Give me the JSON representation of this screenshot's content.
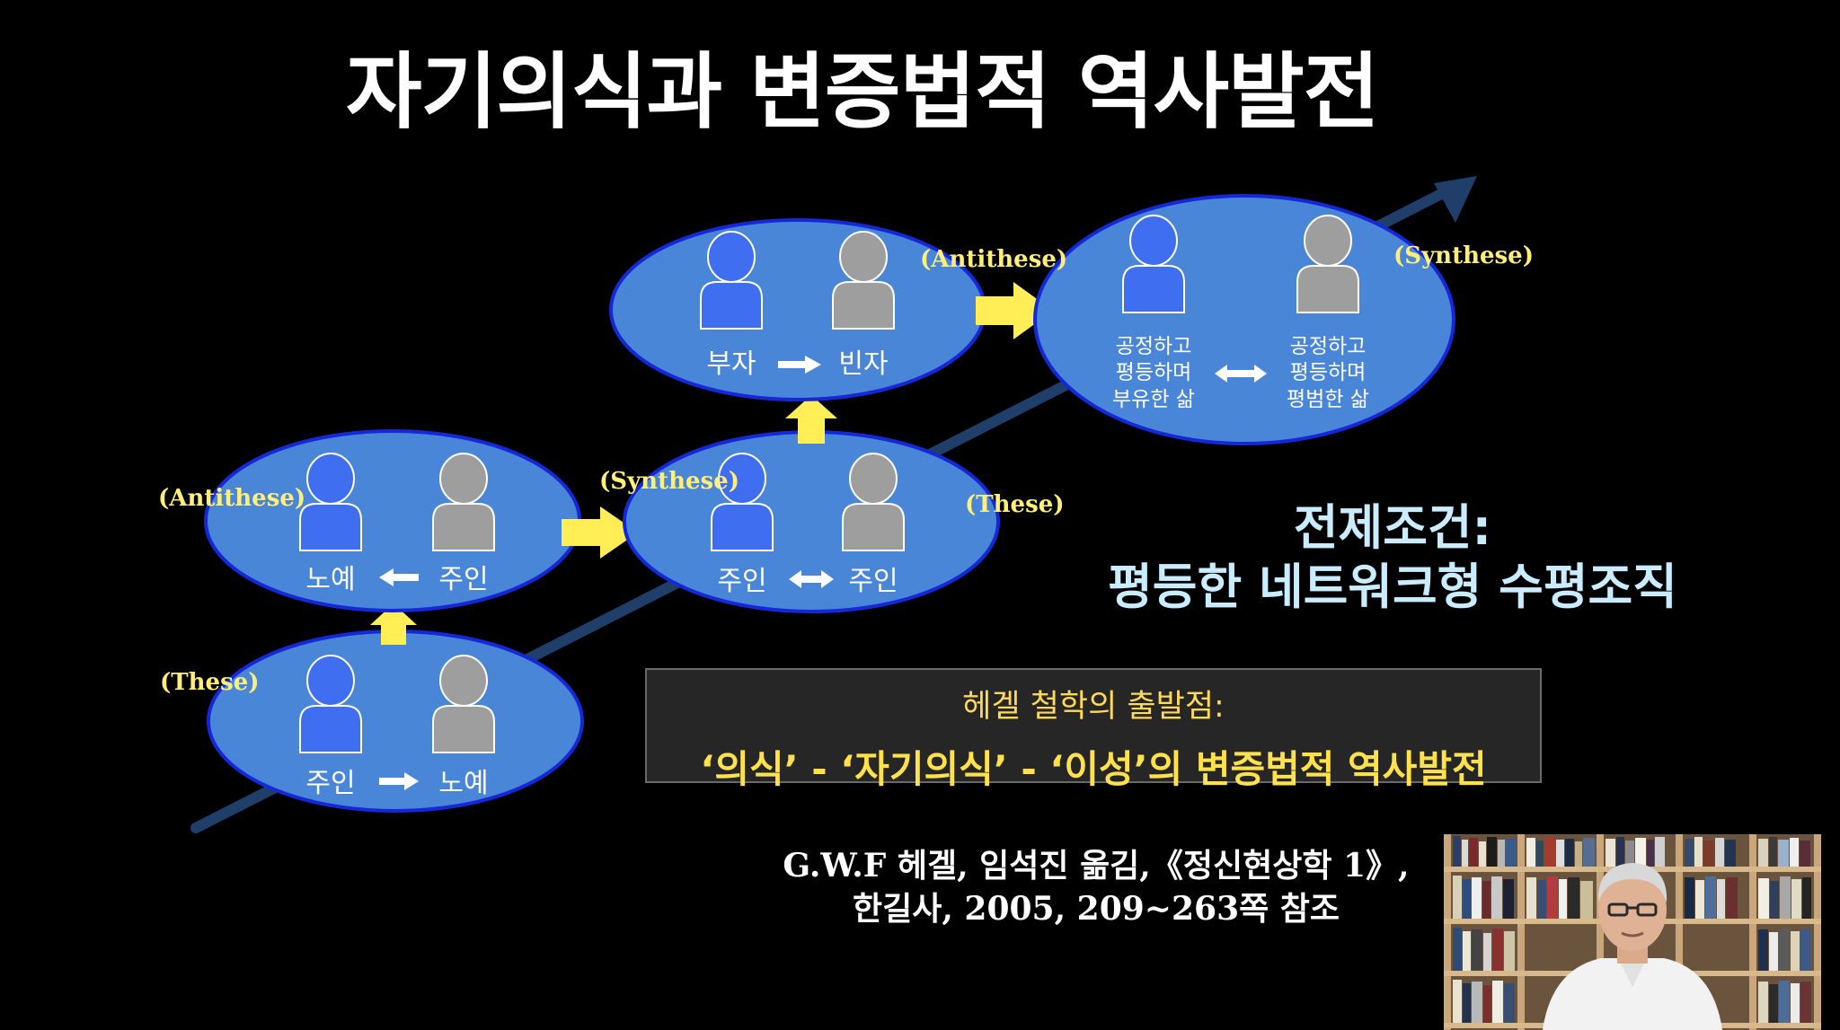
{
  "title": "자기의식과 변증법적 역사발전",
  "colors": {
    "ellipse_fill": "#4a86d8",
    "ellipse_stroke": "#1428d8",
    "person_blue": "#3f6ff0",
    "person_gray": "#9e9e9e",
    "arrow_yellow": "#ffee55",
    "trend_arrow": "#1f3f6a",
    "tag_yellow": "#ffee77",
    "premise_text": "#c9ecff",
    "quote_yellow": "#ffe14c"
  },
  "stages": [
    {
      "tag": "(These)",
      "left_label": "주인",
      "relation": "right-arrow",
      "right_label": "노예"
    },
    {
      "tag": "(Antithese)",
      "left_label": "노예",
      "relation": "left-arrow",
      "right_label": "주인"
    },
    {
      "tag_synthese": "(Synthese)",
      "tag_these": "(These)",
      "left_label": "주인",
      "relation": "double-arrow",
      "right_label": "주인"
    },
    {
      "left_label": "부자",
      "relation": "right-arrow",
      "right_label": "빈자"
    },
    {
      "tag_antithese": "(Antithese)",
      "tag_synthese": "(Synthese)",
      "left_lines": [
        "공정하고",
        "평등하며",
        "부유한 삶"
      ],
      "relation": "double-arrow",
      "right_lines": [
        "공정하고",
        "평등하며",
        "평범한 삶"
      ]
    }
  ],
  "premise": {
    "line1": "전제조건:",
    "line2": "평등한 네트워크형 수평조직"
  },
  "quote": {
    "line1": "헤겔 철학의 출발점:",
    "line2": "‘의식’ - ‘자기의식’ - ‘이성’의 변증법적 역사발전"
  },
  "citation": {
    "line1": "G.W.F 헤겔, 임석진 옮김,《정신현상학 1》,",
    "line2": "한길사, 2005, 209~263쪽 참조"
  }
}
